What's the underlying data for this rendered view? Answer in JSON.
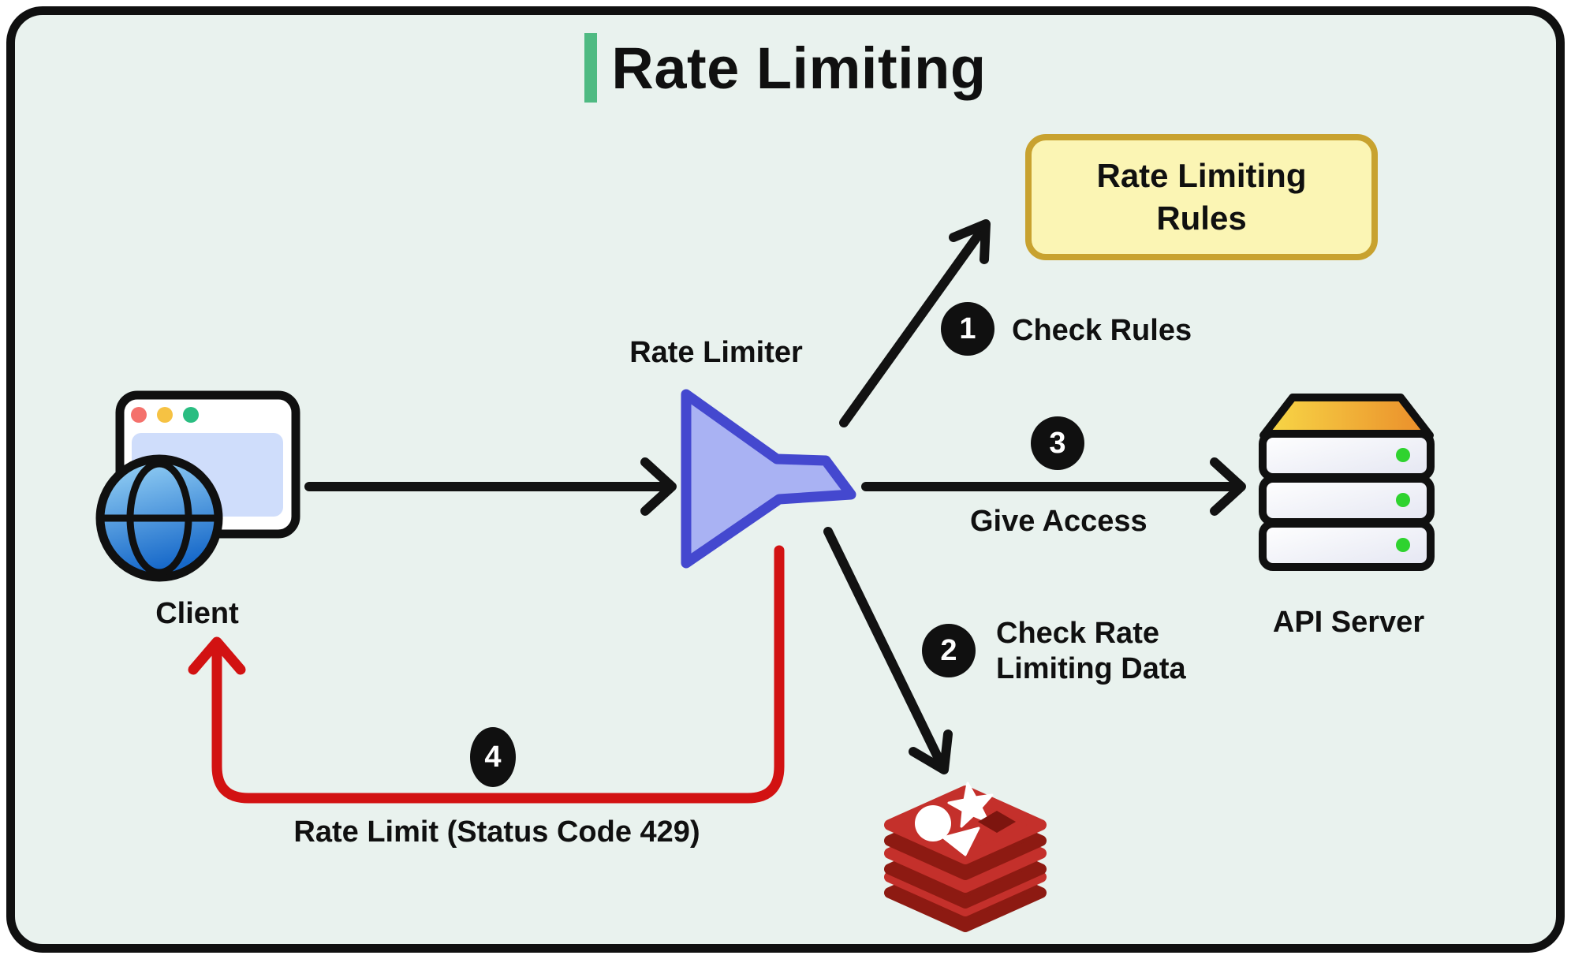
{
  "diagram": {
    "title": "Rate Limiting",
    "nodes": {
      "client": {
        "label": "Client",
        "icon": "browser-globe-icon"
      },
      "rate_limiter": {
        "label": "Rate Limiter",
        "icon": "funnel-icon"
      },
      "rules": {
        "label": "Rate Limiting Rules"
      },
      "api_server": {
        "label": "API Server",
        "icon": "server-stack-icon"
      },
      "data_store": {
        "icon": "redis-database-icon"
      }
    },
    "steps": [
      {
        "number": "1",
        "label": "Check Rules"
      },
      {
        "number": "2",
        "label": "Check Rate Limiting Data"
      },
      {
        "number": "3",
        "label": "Give Access"
      },
      {
        "number": "4",
        "label": "Rate Limit (Status Code 429)"
      }
    ],
    "colors": {
      "canvas_background": "#e9f2ee",
      "frame_border": "#101010",
      "title_accent": "#4fba82",
      "rules_box_fill": "#fbf5b4",
      "rules_box_border": "#c8a22f",
      "funnel_fill": "#a9b2f3",
      "funnel_stroke": "#4448cf",
      "arrow_black": "#121212",
      "arrow_reject_red": "#d21212",
      "badge_fill": "#101010"
    }
  }
}
